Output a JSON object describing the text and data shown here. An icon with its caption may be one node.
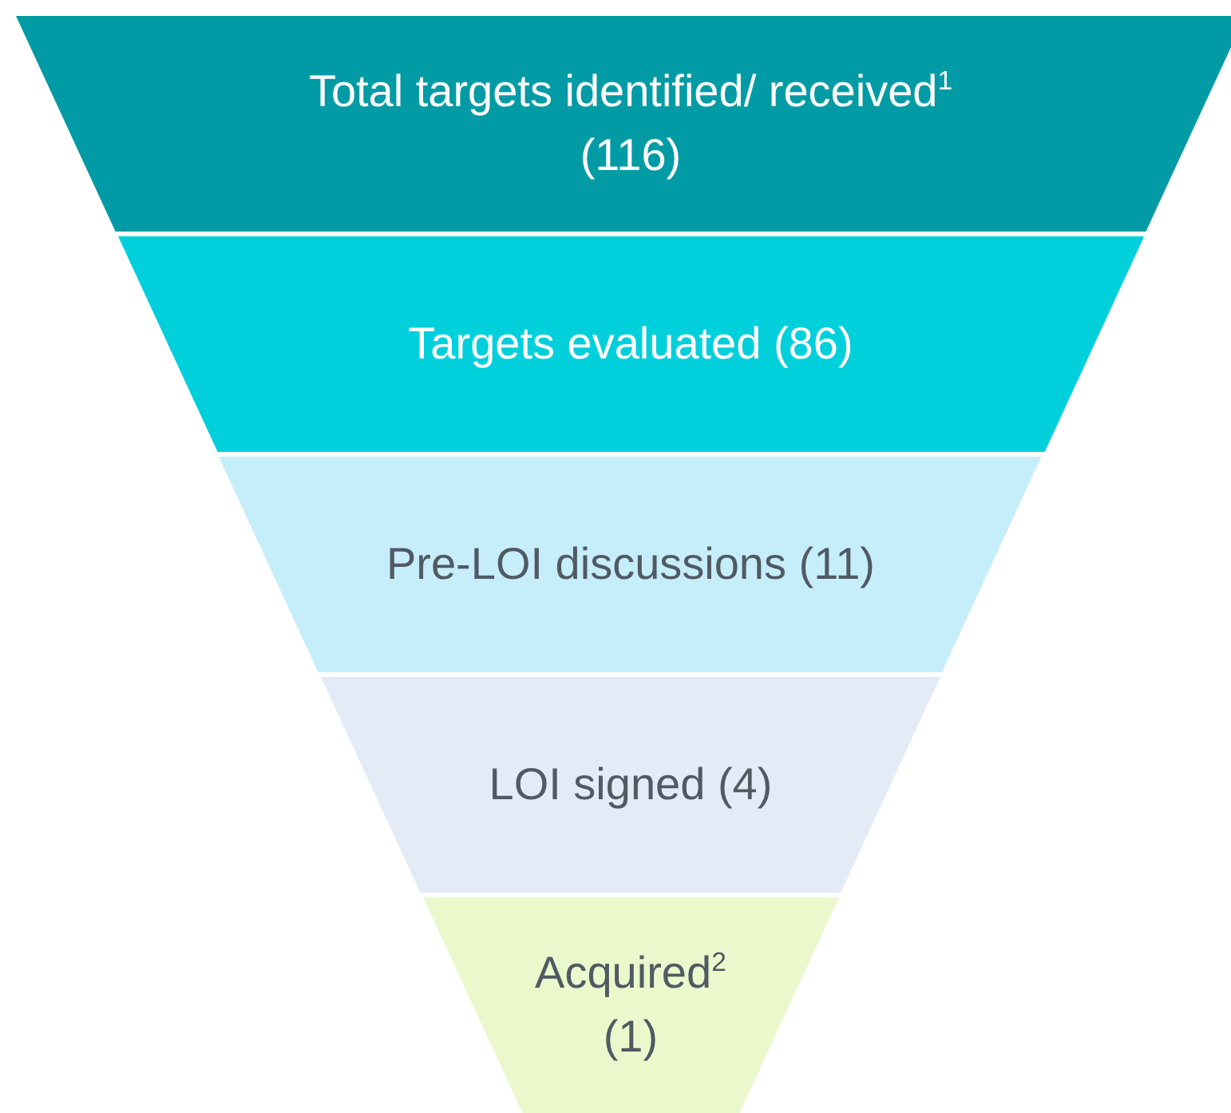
{
  "diagram": {
    "nodes": [
      {
        "text": [
          "Total targets identified/ received$^{1}$ (116)"
        ]
      },
      {
        "text": [
          "Targets evaluated (86)"
        ]
      },
      {
        "text": [
          "Pre-LOI discussions (11)"
        ]
      },
      {
        "text": [
          "LOI signed (4)"
        ]
      },
      {
        "text": [
          "Acquired$^{2}$ (1)"
        ]
      }
    ]
  }
}
